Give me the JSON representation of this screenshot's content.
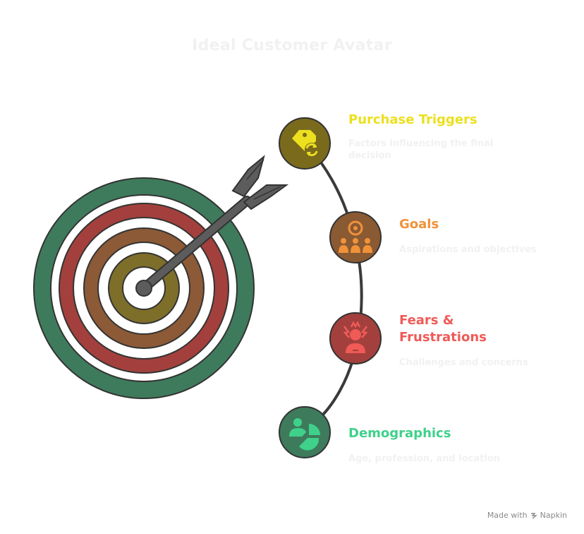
{
  "title": "Ideal Customer Avatar",
  "colors": {
    "ring_outer": "#3e7b5c",
    "ring_2": "#a3403d",
    "ring_3": "#8c5a36",
    "ring_4": "#7d6e2a",
    "arrow": "#5c5c5c",
    "connector": "#3a3a3a"
  },
  "items": [
    {
      "label": "Purchase Triggers",
      "description": "Factors influencing the final decision",
      "color": "#ece01f",
      "circle_color": "#7a6a1c",
      "icon": "tag-refresh-icon"
    },
    {
      "label": "Goals",
      "description": "Aspirations and objectives",
      "color": "#f0923a",
      "circle_color": "#8a5a33",
      "icon": "team-target-icon"
    },
    {
      "label": "Fears & Frustrations",
      "description": "Challenges and concerns",
      "color": "#f05a57",
      "circle_color": "#a3403d",
      "icon": "frustrated-person-icon"
    },
    {
      "label": "Demographics",
      "description": "Age, profession, and location",
      "color": "#3fd18a",
      "circle_color": "#3e7b5c",
      "icon": "person-piechart-icon"
    }
  ],
  "footer": {
    "made_with": "Made with",
    "brand": "Napkin"
  }
}
